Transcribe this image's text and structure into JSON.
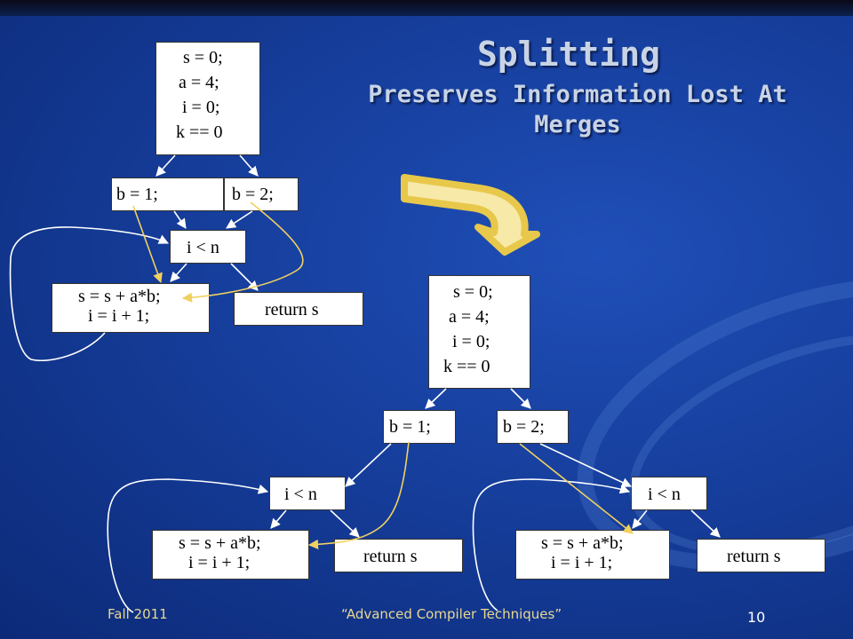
{
  "slide": {
    "title": "Splitting",
    "subtitle_line1": "Preserves Information Lost At",
    "subtitle_line2": "Merges",
    "footer_left": "Fall 2011",
    "footer_center": "“Advanced Compiler Techniques”",
    "page_number": "10"
  },
  "original": {
    "entry": [
      "s = 0;",
      "a = 4;",
      "i = 0;",
      "k == 0"
    ],
    "b1": "b = 1;",
    "b2": "b = 2;",
    "cond": "i < n",
    "body": [
      "s = s + a*b;",
      "i = i + 1;"
    ],
    "ret": "return s"
  },
  "split": {
    "entry": [
      "s = 0;",
      "a = 4;",
      "i = 0;",
      "k == 0"
    ],
    "b1": "b = 1;",
    "b2": "b = 2;",
    "left": {
      "cond": "i < n",
      "body": [
        "s = s + a*b;",
        "i = i + 1;"
      ],
      "ret": "return s"
    },
    "right": {
      "cond": "i < n",
      "body": [
        "s = s + a*b;",
        "i = i + 1;"
      ],
      "ret": "return s"
    }
  },
  "colors": {
    "background": "#163e9c",
    "title": "#c8d4e6",
    "footer": "#e8d890",
    "edge": "#ffffff",
    "dataflow": "#f0d060",
    "arrow_fill": "#f7e9a8",
    "arrow_outline": "#e8c84a"
  }
}
